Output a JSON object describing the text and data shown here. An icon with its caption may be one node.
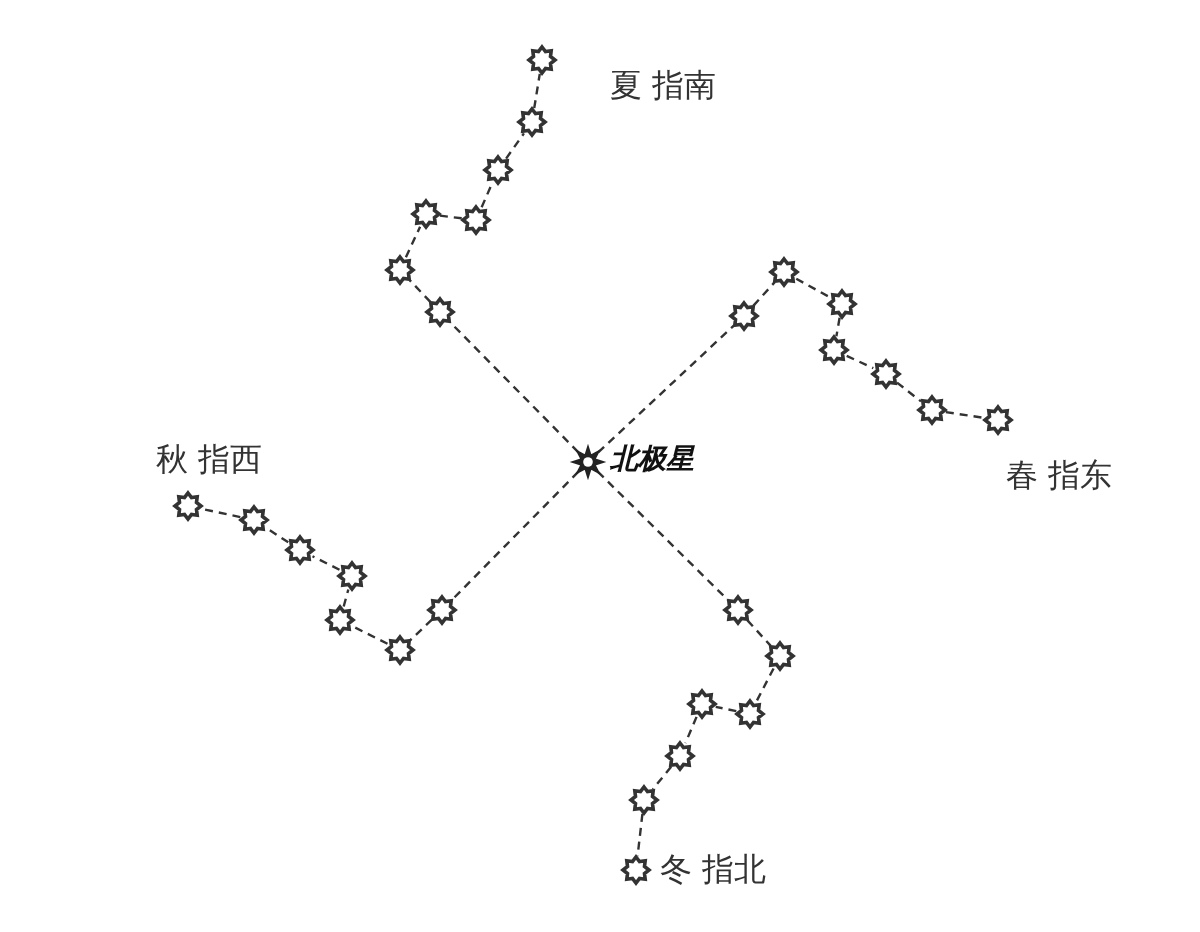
{
  "diagram": {
    "nodes": [
      {
        "text": [],
        "shape": "star",
        "beside": [
          "北极星"
        ]
      },
      {
        "text": [],
        "shape": "star"
      },
      {
        "text": [],
        "shape": "star"
      },
      {
        "text": [],
        "shape": "star"
      },
      {
        "text": [],
        "shape": "star"
      },
      {
        "text": [],
        "shape": "star"
      },
      {
        "text": [],
        "shape": "star"
      },
      {
        "text": [],
        "shape": "star"
      },
      {
        "text": [],
        "shape": "star"
      },
      {
        "text": [],
        "shape": "star"
      },
      {
        "text": [],
        "shape": "star"
      },
      {
        "text": [],
        "shape": "star"
      },
      {
        "text": [],
        "shape": "star"
      },
      {
        "text": [],
        "shape": "star"
      },
      {
        "text": [],
        "shape": "star"
      },
      {
        "text": [],
        "shape": "star"
      },
      {
        "text": [],
        "shape": "star"
      },
      {
        "text": [],
        "shape": "star"
      },
      {
        "text": [],
        "shape": "star"
      },
      {
        "text": [],
        "shape": "star"
      },
      {
        "text": [],
        "shape": "star"
      },
      {
        "text": [],
        "shape": "star"
      },
      {
        "text": [],
        "shape": "star"
      },
      {
        "text": [],
        "shape": "star"
      },
      {
        "text": [],
        "shape": "star"
      },
      {
        "text": [],
        "shape": "star"
      },
      {
        "text": [],
        "shape": "star"
      },
      {
        "text": [],
        "shape": "star"
      },
      {
        "text": [],
        "shape": "star"
      }
    ],
    "edges": [
      {
        "from": 0,
        "to": 1,
        "arrow": "none",
        "style": "dashed"
      },
      {
        "from": 1,
        "to": 2,
        "arrow": "none",
        "style": "dashed"
      },
      {
        "from": 2,
        "to": 3,
        "arrow": "none",
        "style": "dashed"
      },
      {
        "from": 3,
        "to": 4,
        "arrow": "none",
        "style": "dashed"
      },
      {
        "from": 4,
        "to": 5,
        "arrow": "none",
        "style": "dashed"
      },
      {
        "from": 5,
        "to": 6,
        "arrow": "none",
        "style": "dashed"
      },
      {
        "from": 6,
        "to": 7,
        "arrow": "none",
        "style": "dashed"
      },
      {
        "from": 0,
        "to": 8,
        "arrow": "none",
        "style": "dashed"
      },
      {
        "from": 8,
        "to": 9,
        "arrow": "none",
        "style": "dashed"
      },
      {
        "from": 9,
        "to": 10,
        "arrow": "none",
        "style": "dashed"
      },
      {
        "from": 10,
        "to": 11,
        "arrow": "none",
        "style": "dashed"
      },
      {
        "from": 11,
        "to": 12,
        "arrow": "none",
        "style": "dashed"
      },
      {
        "from": 12,
        "to": 13,
        "arrow": "none",
        "style": "dashed"
      },
      {
        "from": 13,
        "to": 14,
        "arrow": "none",
        "style": "dashed"
      },
      {
        "from": 0,
        "to": 15,
        "arrow": "none",
        "style": "dashed"
      },
      {
        "from": 15,
        "to": 16,
        "arrow": "none",
        "style": "dashed"
      },
      {
        "from": 16,
        "to": 17,
        "arrow": "none",
        "style": "dashed"
      },
      {
        "from": 17,
        "to": 18,
        "arrow": "none",
        "style": "dashed"
      },
      {
        "from": 18,
        "to": 19,
        "arrow": "none",
        "style": "dashed"
      },
      {
        "from": 19,
        "to": 20,
        "arrow": "none",
        "style": "dashed"
      },
      {
        "from": 20,
        "to": 21,
        "arrow": "none",
        "style": "dashed"
      },
      {
        "from": 0,
        "to": 22,
        "arrow": "none",
        "style": "dashed"
      },
      {
        "from": 22,
        "to": 23,
        "arrow": "none",
        "style": "dashed"
      },
      {
        "from": 23,
        "to": 24,
        "arrow": "none",
        "style": "dashed"
      },
      {
        "from": 24,
        "to": 25,
        "arrow": "none",
        "style": "dashed"
      },
      {
        "from": 25,
        "to": 26,
        "arrow": "none",
        "style": "dashed"
      },
      {
        "from": 26,
        "to": 27,
        "arrow": "none",
        "style": "dashed"
      },
      {
        "from": 27,
        "to": 28,
        "arrow": "none",
        "style": "dashed"
      }
    ],
    "labels": [
      "夏 指南",
      "春 指东",
      "秋 指西",
      "冬 指北"
    ]
  }
}
